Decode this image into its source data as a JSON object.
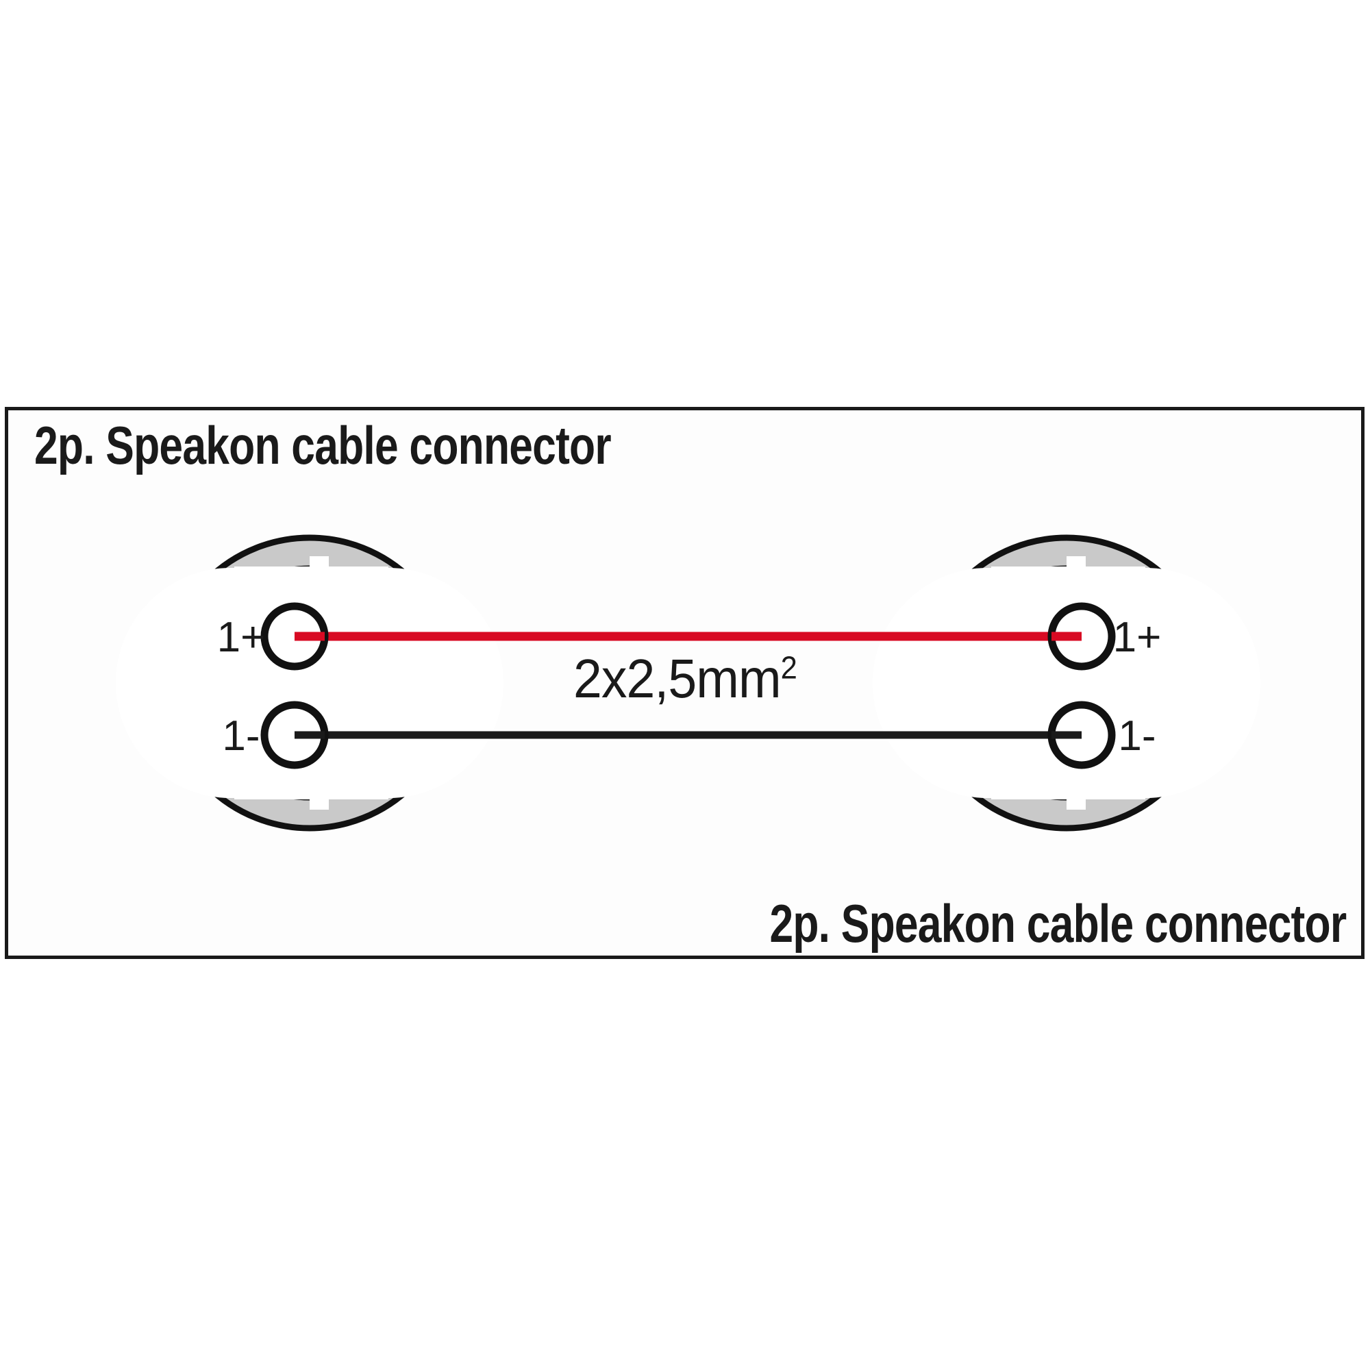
{
  "diagram": {
    "title_top": "2p. Speakon cable connector",
    "title_bottom": "2p. Speakon cable connector",
    "cable_gauge": "2x2,5mm",
    "cable_gauge_exponent": "2",
    "colors": {
      "wire_positive": "#D80A23",
      "wire_negative": "#1a1a1a",
      "connector_shell_gray": "#C9C9C9",
      "connector_body_black": "#2b2b2b",
      "connector_face_white": "#ffffff",
      "outline": "#111111",
      "frame_border": "#1a1a1a",
      "background": "#ffffff"
    },
    "left_connector": {
      "name": "2p. Speakon cable connector",
      "pins": [
        {
          "label": "1+",
          "polarity": "positive",
          "wire_color": "#D80A23"
        },
        {
          "label": "1-",
          "polarity": "negative",
          "wire_color": "#1a1a1a"
        }
      ]
    },
    "right_connector": {
      "name": "2p. Speakon cable connector",
      "pins": [
        {
          "label": "1+",
          "polarity": "positive",
          "wire_color": "#D80A23"
        },
        {
          "label": "1-",
          "polarity": "negative",
          "wire_color": "#1a1a1a"
        }
      ]
    },
    "connections": [
      {
        "from": "1+",
        "to": "1+",
        "color": "#D80A23"
      },
      {
        "from": "1-",
        "to": "1-",
        "color": "#1a1a1a"
      }
    ]
  }
}
